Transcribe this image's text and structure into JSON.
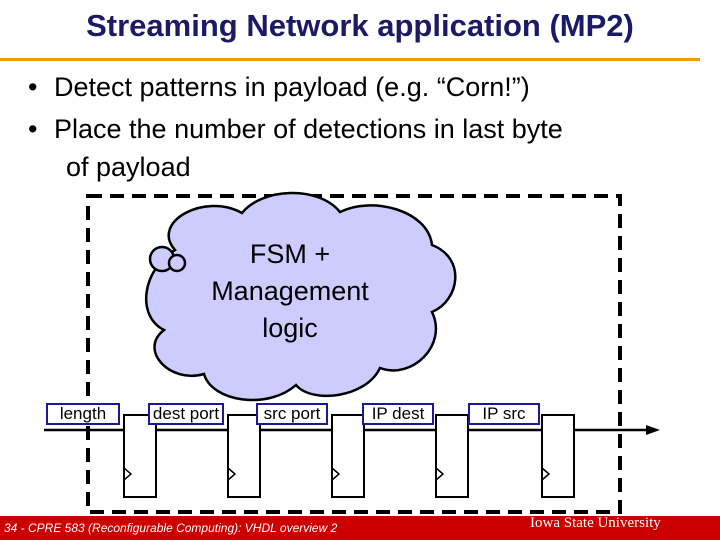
{
  "slide": {
    "title": "Streaming Network application (MP2)",
    "bullets": [
      "Detect patterns in payload (e.g. “Corn!”)",
      "Place the number of detections in last byte",
      "of payload"
    ],
    "bullet_marker": "•"
  },
  "diagram": {
    "cloud_lines": [
      "FSM +",
      "Management",
      "logic"
    ],
    "register_labels": [
      "length",
      "dest port",
      "src port",
      "IP dest",
      "IP src"
    ]
  },
  "footer": {
    "left": "34 - CPRE 583 (Reconfigurable Computing): VHDL overview 2",
    "right": "Iowa State University"
  },
  "colors": {
    "title": "#1a1a66",
    "rule": "#e8a000",
    "footer": "#cc0000",
    "label_border": "#1a1a99",
    "cloud_fill": "#ccccff"
  }
}
